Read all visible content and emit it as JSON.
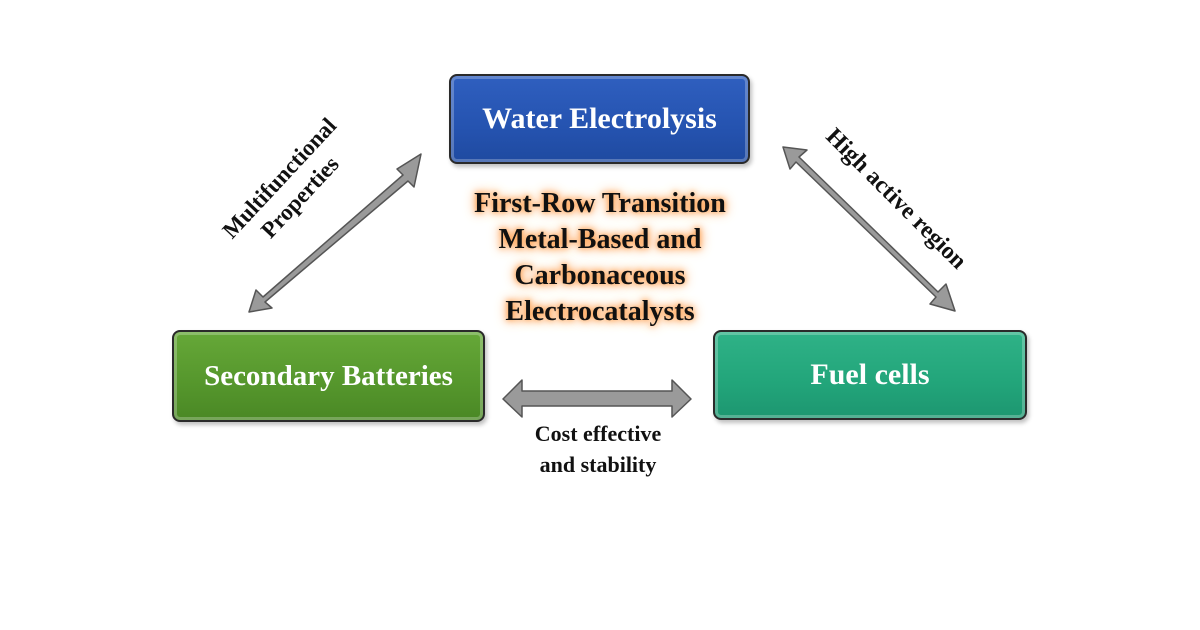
{
  "nodes": {
    "water": "Water Electrolysis",
    "batteries": "Secondary Batteries",
    "fuel": "Fuel cells"
  },
  "center": {
    "line1": "First-Row Transition",
    "line2": "Metal-Based and",
    "line3": "Carbonaceous",
    "line4": "Electrocatalysts"
  },
  "edges": {
    "left_line1": "Multifunctional",
    "left_line2": "Properties",
    "right": "High active region",
    "bottom_line1": "Cost effective",
    "bottom_line2": "and stability"
  },
  "colors": {
    "water_box": "#2553b0",
    "batteries_box": "#55962c",
    "fuel_box": "#22a57a",
    "arrow": "#999999",
    "center_glow": "#ff9a40"
  }
}
